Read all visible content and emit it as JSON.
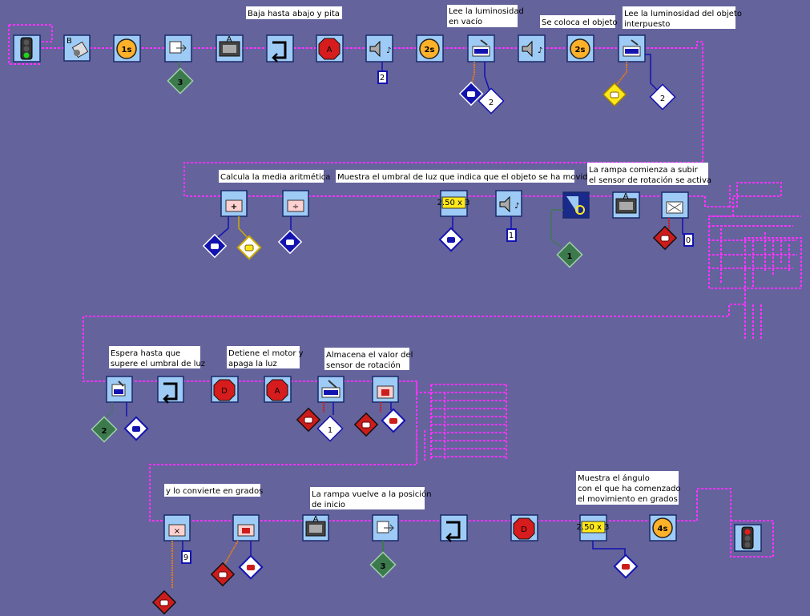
{
  "colors": {
    "background": "#64639c",
    "wire": "#ff33ff",
    "block_fill": "#9ecbf5",
    "block_border": "#1a2a6a",
    "timer": "#ffb12a",
    "stop": "#d61c1c",
    "data_blue": "#1313b0",
    "data_red": "#cc1c1c",
    "data_yellow": "#ffe81a",
    "data_green": "#3c7a4e",
    "comment_bg": "#ffffff"
  },
  "comments": {
    "c1": "Baja hasta abajo y pita",
    "c2a": "Lee la luminosidad",
    "c2b": "en vacío",
    "c3": "Se coloca el objeto",
    "c4a": "Lee la luminosidad del objeto",
    "c4b": "interpuesto",
    "c5": "Calcula la media aritmética",
    "c6": "Muestra el umbral de luz que indica que el objeto se ha movido",
    "c7a": "La rampa comienza a subir",
    "c7b": "el sensor de rotación se activa",
    "c8a": "Espera hasta que",
    "c8b": "supere el umbral de luz",
    "c9a": "Detiene el motor y",
    "c9b": "apaga la luz",
    "c10a": "Almacena el valor del",
    "c10b": "sensor de rotación",
    "c11": "y lo convierte en grados",
    "c12a": "La rampa vuelve a la posición",
    "c12b": "de inicio",
    "c13a": "Muestra el ángulo",
    "c13b": "con el que ha comenzado",
    "c13c": "el movimiento en grados"
  },
  "blocks": {
    "motor_b": "B",
    "timer_1s": "1s",
    "timer_2s_a": "2s",
    "timer_2s_b": "2s",
    "timer_4s": "4s",
    "stop_a1": "A",
    "stop_a2": "A",
    "stop_d1": "D",
    "stop_d2": "D",
    "display_1": "2.50 x 3",
    "display_2": "2.50 x 3"
  },
  "values": {
    "var_3_a": "3",
    "sound_2": "2",
    "var_2_a": "2",
    "var_2_b": "2",
    "sound_1": "1",
    "var_1_a": "1",
    "num_0": "0",
    "var_2_c": "2",
    "var_1_b": "1",
    "num_9": "9",
    "var_3_b": "3"
  }
}
